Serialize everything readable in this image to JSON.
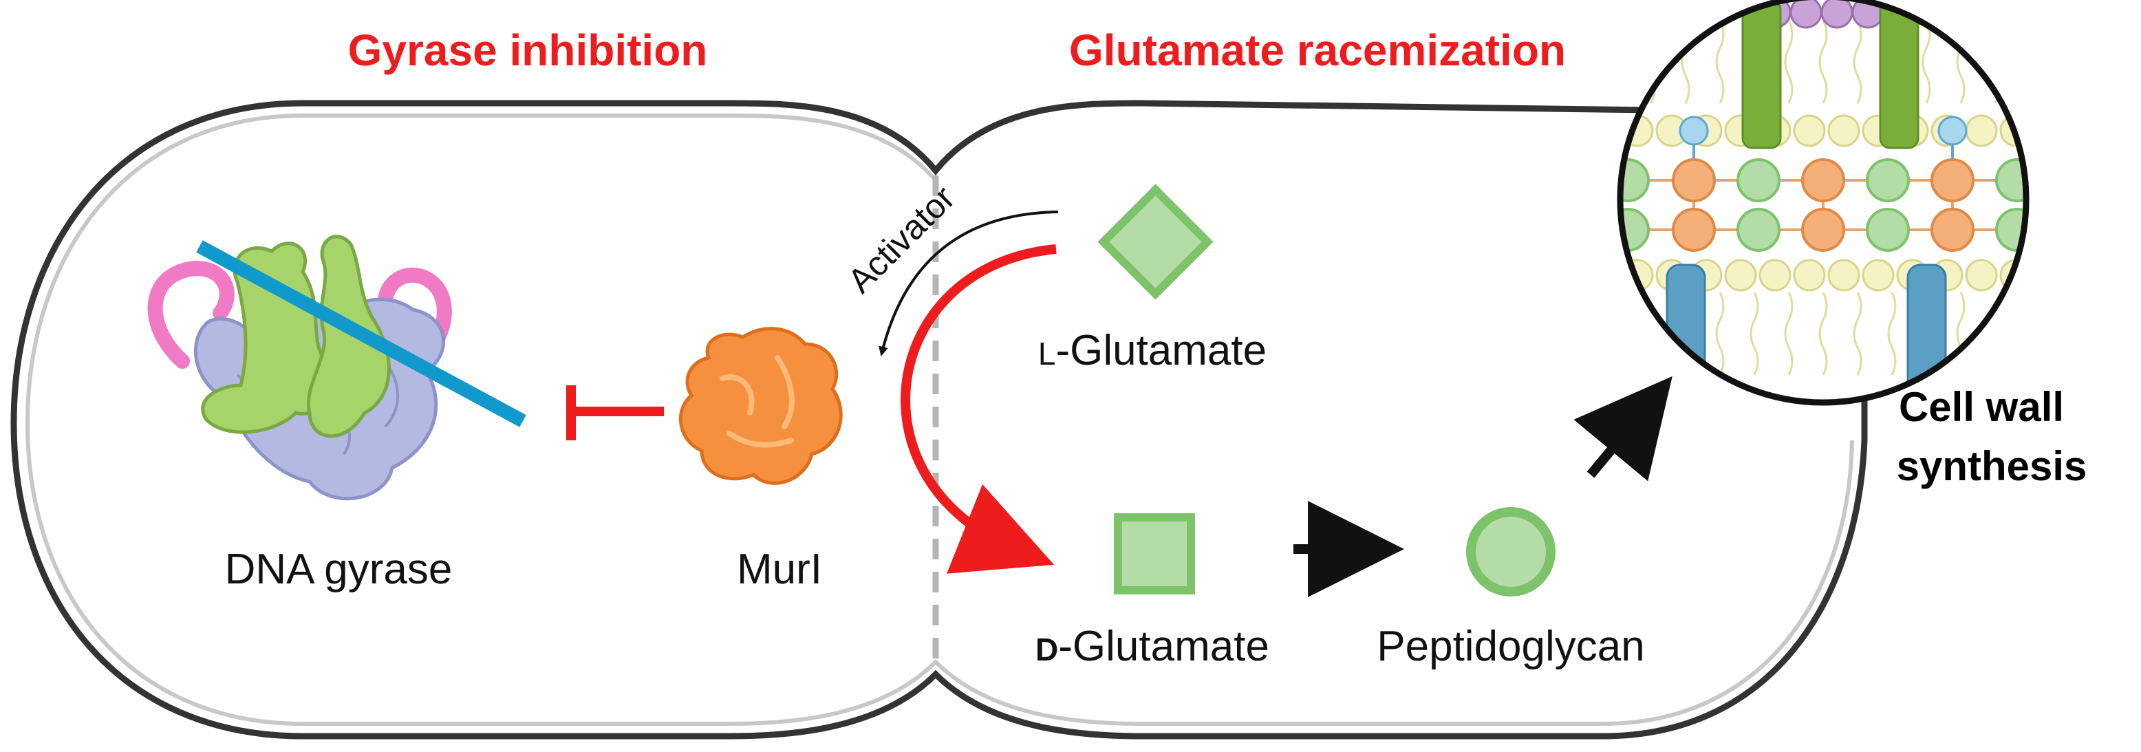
{
  "headings": {
    "left": "Gyrase inhibition",
    "right": "Glutamate racemization"
  },
  "labels": {
    "dna_gyrase": "DNA gyrase",
    "muri": "MurI",
    "activator": "Activator",
    "l_glutamate_prefix": "L",
    "l_glutamate_rest": "-Glutamate",
    "d_glutamate_prefix": "D",
    "d_glutamate_rest": "-Glutamate",
    "peptidoglycan": "Peptidoglycan",
    "cell_wall_line1": "Cell wall",
    "cell_wall_line2": "synthesis"
  },
  "colors": {
    "heading_red": "#ee1c1c",
    "inhibition_red": "#ee1c1c",
    "muri_orange": "#f5913e",
    "glutamate_green": "#7cc36a",
    "glutamate_fill": "#b4dca6",
    "dna_blue": "#1199cc",
    "gyrase_lavender": "#b3b9e0",
    "gyrase_green": "#a6d36a",
    "gyrase_pink": "#f07ac3",
    "cell_outline": "#333333"
  },
  "icons": {
    "dna_gyrase": "dna-gyrase-protein-icon",
    "muri": "muri-enzyme-icon",
    "l_glutamate": "diamond-icon",
    "d_glutamate": "square-icon",
    "peptidoglycan": "circle-icon",
    "cell_wall": "cell-wall-zoom-icon"
  }
}
